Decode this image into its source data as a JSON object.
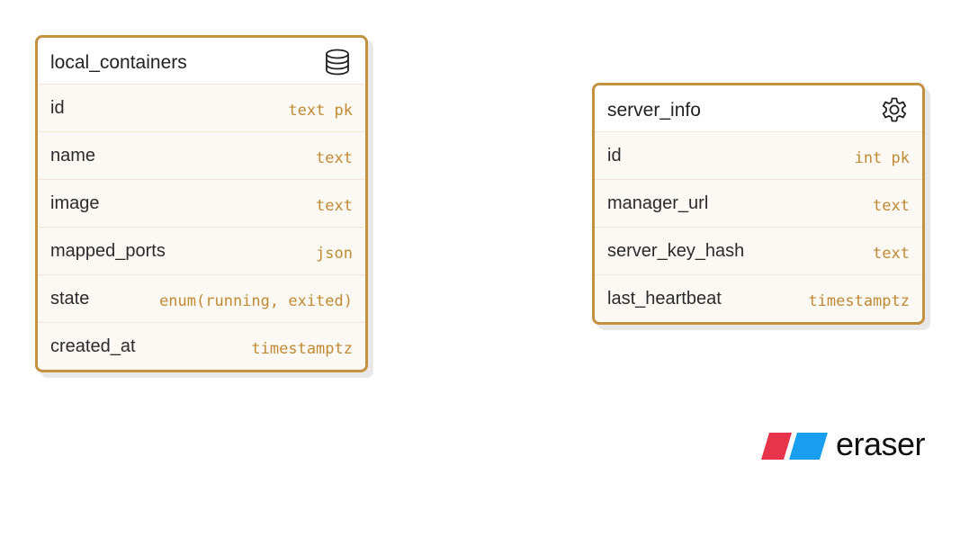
{
  "entities": [
    {
      "name": "local_containers",
      "icon": "database-icon",
      "fields": [
        {
          "name": "id",
          "type": "text pk"
        },
        {
          "name": "name",
          "type": "text"
        },
        {
          "name": "image",
          "type": "text"
        },
        {
          "name": "mapped_ports",
          "type": "json"
        },
        {
          "name": "state",
          "type": "enum(running, exited)"
        },
        {
          "name": "created_at",
          "type": "timestamptz"
        }
      ]
    },
    {
      "name": "server_info",
      "icon": "gear-icon",
      "fields": [
        {
          "name": "id",
          "type": "int pk"
        },
        {
          "name": "manager_url",
          "type": "text"
        },
        {
          "name": "server_key_hash",
          "type": "text"
        },
        {
          "name": "last_heartbeat",
          "type": "timestamptz"
        }
      ]
    }
  ],
  "brand": {
    "name": "eraser",
    "colors": {
      "red": "#e8344a",
      "blue": "#1a9ff0"
    }
  },
  "colors": {
    "border": "#c4913f",
    "type_text": "#c08a33",
    "row_background": "#fcf9f4"
  }
}
